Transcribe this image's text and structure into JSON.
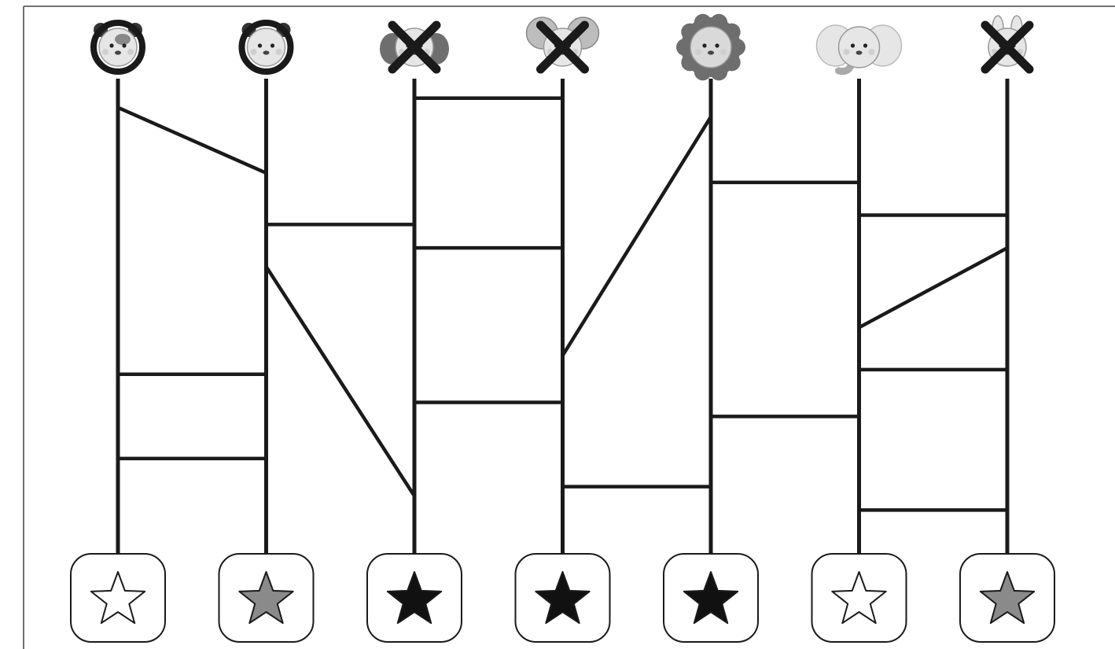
{
  "game": {
    "kind": "amidakuji-ladder",
    "columns": 7,
    "top_items": [
      {
        "animal": "cow",
        "mark": "circle",
        "icon": "cow-face-icon"
      },
      {
        "animal": "panda",
        "mark": "circle",
        "icon": "panda-face-icon"
      },
      {
        "animal": "dog",
        "mark": "cross",
        "icon": "dog-face-icon"
      },
      {
        "animal": "mouse",
        "mark": "cross",
        "icon": "mouse-face-icon"
      },
      {
        "animal": "lion",
        "mark": "none",
        "icon": "lion-face-icon"
      },
      {
        "animal": "elephant",
        "mark": "none",
        "icon": "elephant-face-icon"
      },
      {
        "animal": "rabbit",
        "mark": "cross",
        "icon": "rabbit-face-icon"
      }
    ],
    "bottom_stars": [
      {
        "fill": "white",
        "icon": "star-outline-icon"
      },
      {
        "fill": "gray",
        "icon": "star-gray-icon"
      },
      {
        "fill": "black",
        "icon": "star-black-icon"
      },
      {
        "fill": "black",
        "icon": "star-black-icon"
      },
      {
        "fill": "black",
        "icon": "star-black-icon"
      },
      {
        "fill": "white",
        "icon": "star-outline-icon"
      },
      {
        "fill": "gray",
        "icon": "star-gray-icon"
      }
    ],
    "rungs": [
      {
        "from": 0,
        "to": 1,
        "y_from": 0.07,
        "y_to": 0.21
      },
      {
        "from": 0,
        "to": 1,
        "y_from": 0.64,
        "y_to": 0.64
      },
      {
        "from": 0,
        "to": 1,
        "y_from": 0.82,
        "y_to": 0.82
      },
      {
        "from": 1,
        "to": 2,
        "y_from": 0.32,
        "y_to": 0.32
      },
      {
        "from": 1,
        "to": 2,
        "y_from": 0.41,
        "y_to": 0.9
      },
      {
        "from": 2,
        "to": 3,
        "y_from": 0.05,
        "y_to": 0.05
      },
      {
        "from": 2,
        "to": 3,
        "y_from": 0.37,
        "y_to": 0.37
      },
      {
        "from": 2,
        "to": 3,
        "y_from": 0.7,
        "y_to": 0.7
      },
      {
        "from": 3,
        "to": 4,
        "y_from": 0.6,
        "y_to": 0.09
      },
      {
        "from": 3,
        "to": 4,
        "y_from": 0.88,
        "y_to": 0.88
      },
      {
        "from": 4,
        "to": 5,
        "y_from": 0.23,
        "y_to": 0.23
      },
      {
        "from": 4,
        "to": 5,
        "y_from": 0.73,
        "y_to": 0.73
      },
      {
        "from": 5,
        "to": 6,
        "y_from": 0.3,
        "y_to": 0.3
      },
      {
        "from": 5,
        "to": 6,
        "y_from": 0.54,
        "y_to": 0.37
      },
      {
        "from": 5,
        "to": 6,
        "y_from": 0.63,
        "y_to": 0.63
      },
      {
        "from": 5,
        "to": 6,
        "y_from": 0.93,
        "y_to": 0.93
      }
    ],
    "colors": {
      "line": "#1a1a1a",
      "star_gray": "#8a8a8a",
      "star_black": "#111111",
      "face_light": "#e6e6e6",
      "face_mid": "#bdbdbd",
      "face_dark": "#6e6e6e"
    }
  }
}
